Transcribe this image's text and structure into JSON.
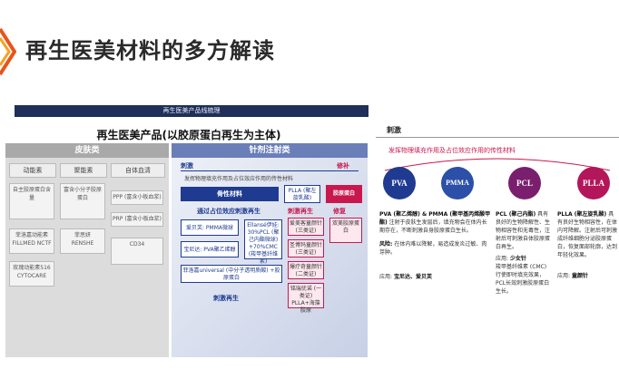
{
  "header": {
    "title": "再生医美材料的多方解读"
  },
  "left_slide": {
    "caption": "再生医美产品线梳理",
    "title": "再生医美产品(以胶原蛋白再生为主体)",
    "skin_column": {
      "header": "皮肤类",
      "sub_headers": [
        "动能素",
        "聚能素",
        "自体血清"
      ],
      "box1": "自主胶原蛋白含量",
      "box2": "富含小分子胶原蛋白",
      "box3": "PPP (富含小板血浆)",
      "box4": "PRP (富含小板血浆)",
      "box5": "CD34",
      "box6": "菲洛嘉动能素",
      "box7": "FILLMED NCTF",
      "box8": "菲思妍",
      "box9": "RENSHE",
      "box10": "玫瑰动能素516",
      "box11": "CYTOCARE"
    },
    "injection_column": {
      "header": "针剂注射类",
      "left_label": "刺激",
      "right_label": "修补",
      "top_text": "发挥物理填充作用及占位效应作用的传性材料",
      "bar1": "骨性材料",
      "bar2_title": "PLLA (聚左旋乳酸)",
      "red1": "胶原蛋白",
      "label_mid": "通过占位效应刺激再生",
      "label_mid2": "刺激再生",
      "label_mid3": "修复",
      "b1": "爱贝芙: PMMA微球",
      "b2": "宝尼达: PVA聚乙烯醇",
      "b3": "Ellansé伊娃: 30%PCL (聚己内酯微球) +70%CMC (羧甲基纤维素)",
      "b4": "菲洛嘉universal (中分子透明质酸) +胶原蛋白",
      "p1": "爱美客童颜针 (三类证)",
      "p2": "圣博玛童颜针 (三类证)",
      "p3": "爆疗奇童颜针 (二类证)",
      "p4": "铭瑞优诺 (一类证) PLLA+海藻胶原",
      "p5": "双美胶原蛋白",
      "label_bottom": "刺激再生"
    }
  },
  "right_slide": {
    "heading": "刺激",
    "sub": "发挥物理填充作用及占位效应作用的传性材料",
    "materials": [
      {
        "label": "PVA",
        "color": "#1f3b91"
      },
      {
        "label": "PMMA",
        "color": "#2c4fa8"
      },
      {
        "label": "PCL",
        "color": "#7a1f6d"
      },
      {
        "label": "PLLA",
        "color": "#b3165a"
      }
    ],
    "pva_pmma_title": "PVA (聚乙烯醇) & PMMA (聚甲基丙烯酸甲酯)",
    "pva_pmma_text": "注射于皮肤生发层后，填充物会在体内长期存在，不断刺激自身胶原蛋白生长。",
    "risk_title": "风险:",
    "risk_text": "在体内难以降解，易造成发炎过敏、肉芽肿。",
    "app1_title": "应用:",
    "app1": "宝尼达、爱贝芙",
    "pcl_title": "PCL (聚己内酯)",
    "pcl_text": "具有良好的生物降解性、生物相容性和无毒性，注射后可刺激自体胶原蛋白再生。",
    "app2_title": "应用:",
    "app2": "少女针",
    "pcl_text2": "羧甲基纤维素 (CMC)行使即时填充效果，PCL长效刺激胶原蛋白生长。",
    "plla_title": "PLLA (聚左旋乳酸)",
    "plla_text": "具有良好生物相容性，在体内可降解。注射后可刺激成纤维细胞分泌胶原蛋白，恢复面部轮廓，达到年轻化效果。",
    "app3_title": "应用:",
    "app3": "童颜针"
  }
}
